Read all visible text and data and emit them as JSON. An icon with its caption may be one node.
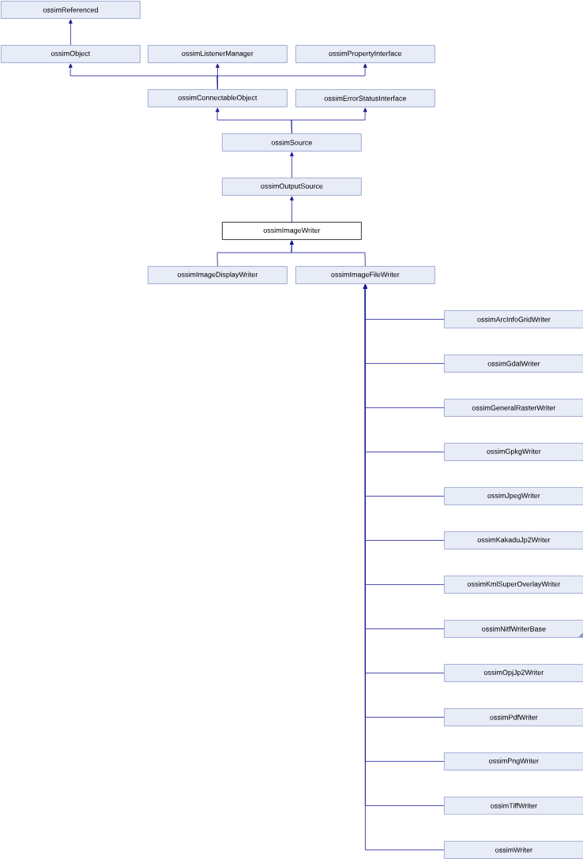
{
  "diagram": {
    "nodes": [
      {
        "text": [
          "ossimReferenced"
        ]
      },
      {
        "text": [
          "ossimObject"
        ]
      },
      {
        "text": [
          "ossimListenerManager"
        ]
      },
      {
        "text": [
          "ossimPropertyInterface"
        ]
      },
      {
        "text": [
          "ossimConnectableObject"
        ]
      },
      {
        "text": [
          "ossimErrorStatusInterface"
        ]
      },
      {
        "text": [
          "ossimSource"
        ]
      },
      {
        "text": [
          "ossimOutputSource"
        ]
      },
      {
        "text": [
          "ossimImageWriter"
        ]
      },
      {
        "text": [
          "ossimImageDisplayWriter"
        ]
      },
      {
        "text": [
          "ossimImageFileWriter"
        ]
      },
      {
        "text": [
          "ossimArcInfoGridWriter"
        ]
      },
      {
        "text": [
          "ossimGdalWriter"
        ]
      },
      {
        "text": [
          "ossimGeneralRasterWriter"
        ]
      },
      {
        "text": [
          "ossimGpkgWriter"
        ]
      },
      {
        "text": [
          "ossimJpegWriter"
        ]
      },
      {
        "text": [
          "ossimKakaduJp2Writer"
        ]
      },
      {
        "text": [
          "ossimKmlSuperOverlayWriter"
        ]
      },
      {
        "text": [
          "ossimNitfWriterBase"
        ]
      },
      {
        "text": [
          "ossimOpjJp2Writer"
        ]
      },
      {
        "text": [
          "ossimPdfWriter"
        ]
      },
      {
        "text": [
          "ossimPngWriter"
        ]
      },
      {
        "text": [
          "ossimTiffWriter"
        ]
      },
      {
        "text": [
          "ossimWriter"
        ]
      }
    ],
    "edges": [
      {
        "from": 1,
        "to": 0,
        "arrow": "to"
      },
      {
        "from": 4,
        "to": 1,
        "arrow": "to"
      },
      {
        "from": 4,
        "to": 2,
        "arrow": "to"
      },
      {
        "from": 4,
        "to": 3,
        "arrow": "to"
      },
      {
        "from": 6,
        "to": 4,
        "arrow": "to"
      },
      {
        "from": 6,
        "to": 5,
        "arrow": "to"
      },
      {
        "from": 7,
        "to": 6,
        "arrow": "to"
      },
      {
        "from": 8,
        "to": 7,
        "arrow": "to"
      },
      {
        "from": 9,
        "to": 8,
        "arrow": "to"
      },
      {
        "from": 10,
        "to": 8,
        "arrow": "to"
      },
      {
        "from": 11,
        "to": 10,
        "arrow": "to"
      },
      {
        "from": 12,
        "to": 10,
        "arrow": "to"
      },
      {
        "from": 13,
        "to": 10,
        "arrow": "to"
      },
      {
        "from": 14,
        "to": 10,
        "arrow": "to"
      },
      {
        "from": 15,
        "to": 10,
        "arrow": "to"
      },
      {
        "from": 16,
        "to": 10,
        "arrow": "to"
      },
      {
        "from": 17,
        "to": 10,
        "arrow": "to"
      },
      {
        "from": 18,
        "to": 10,
        "arrow": "to"
      },
      {
        "from": 19,
        "to": 10,
        "arrow": "to"
      },
      {
        "from": 20,
        "to": 10,
        "arrow": "to"
      },
      {
        "from": 21,
        "to": 10,
        "arrow": "to"
      },
      {
        "from": 22,
        "to": 10,
        "arrow": "to"
      },
      {
        "from": 23,
        "to": 10,
        "arrow": "to"
      }
    ]
  }
}
